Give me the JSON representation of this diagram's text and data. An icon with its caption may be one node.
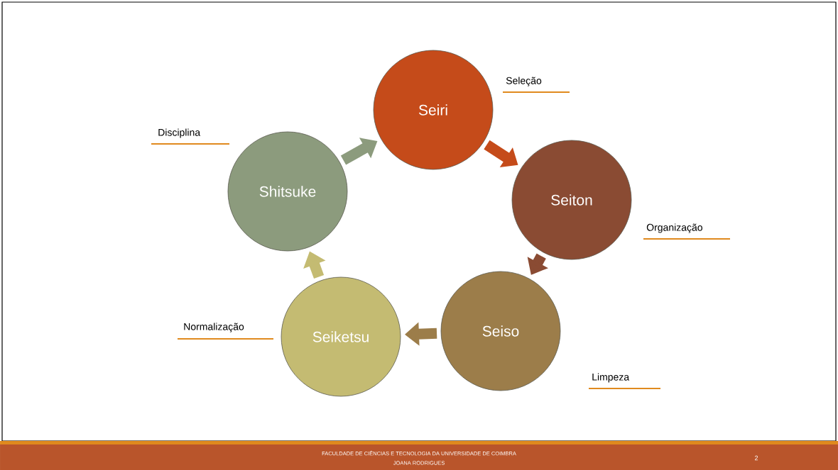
{
  "diagram": {
    "nodes": [
      {
        "text": [
          "Seiri"
        ],
        "beside": [
          "Seleção"
        ]
      },
      {
        "text": [
          "Seiton"
        ],
        "beside": [
          "Organização"
        ]
      },
      {
        "text": [
          "Seiso"
        ],
        "beside": [
          "Limpeza"
        ]
      },
      {
        "text": [
          "Seiketsu"
        ],
        "beside": [
          "Normalização"
        ]
      },
      {
        "text": [
          "Shitsuke"
        ],
        "beside": [
          "Disciplina"
        ]
      }
    ],
    "edges": [
      {
        "from": 0,
        "to": 1,
        "arrow": "to",
        "color": "#c54b1a"
      },
      {
        "from": 1,
        "to": 2,
        "arrow": "to",
        "color": "#8a4b33"
      },
      {
        "from": 2,
        "to": 3,
        "arrow": "to",
        "color": "#9c7d4a"
      },
      {
        "from": 3,
        "to": 4,
        "arrow": "to",
        "color": "#c4bb72"
      },
      {
        "from": 4,
        "to": 0,
        "arrow": "to",
        "color": "#8c9b7d"
      }
    ],
    "labels": [
      "FACULDADE DE CIÊNCIAS E TECNOLOGIA DA UNIVERSIDADE DE COIMBRA",
      "JOANA RODRIGUES",
      "2"
    ]
  }
}
